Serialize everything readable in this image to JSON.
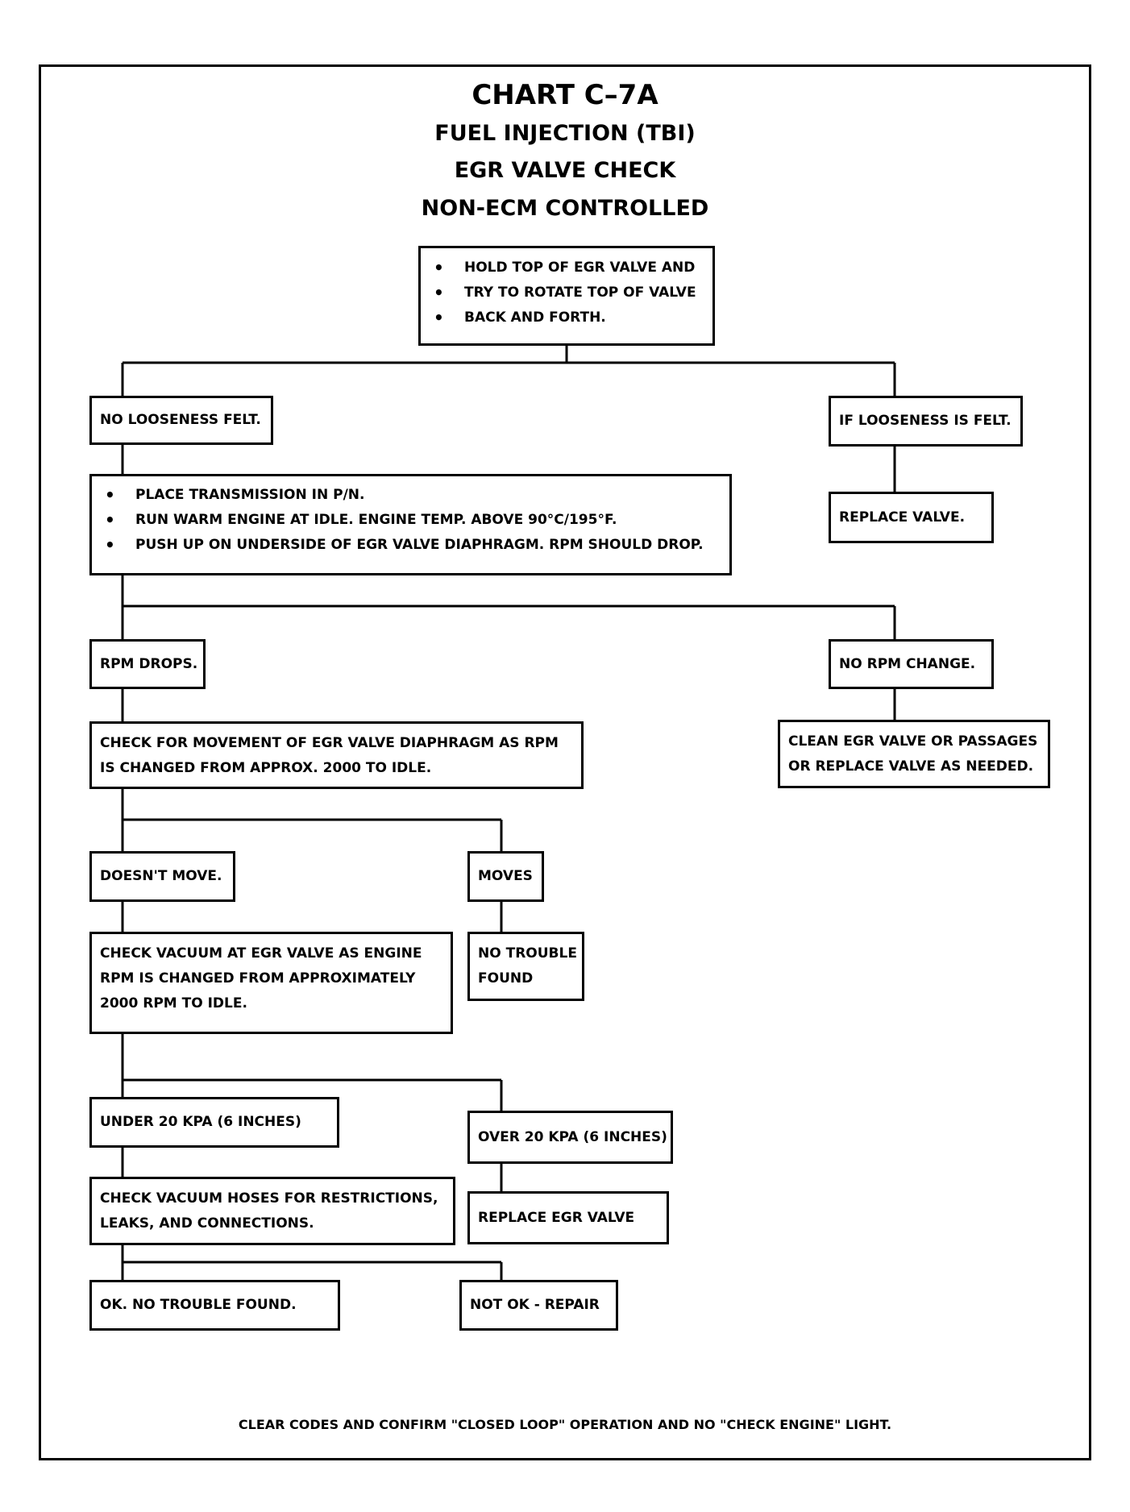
{
  "title": "CHART C–7A",
  "subtitle_1": "FUEL INJECTION (TBI)",
  "subtitle_2": "EGR VALVE CHECK",
  "subtitle_3": "NON-ECM CONTROLLED",
  "steps": {
    "hold_valve": [
      "HOLD TOP OF EGR VALVE AND",
      "TRY TO ROTATE TOP OF VALVE",
      "BACK AND FORTH."
    ],
    "no_looseness": "NO LOOSENESS FELT.",
    "looseness": "IF LOOSENESS IS FELT.",
    "replace_valve": "REPLACE VALVE.",
    "place_trans": [
      "PLACE TRANSMISSION IN P/N.",
      "RUN WARM ENGINE AT IDLE. ENGINE TEMP. ABOVE 90°C/195°F.",
      "PUSH UP ON UNDERSIDE OF EGR VALVE DIAPHRAGM.  RPM SHOULD DROP."
    ],
    "rpm_drops": "RPM DROPS.",
    "no_rpm_change": "NO RPM CHANGE.",
    "clean_egr": [
      "CLEAN EGR VALVE OR PASSAGES",
      "OR REPLACE VALVE AS NEEDED."
    ],
    "check_movement": [
      "CHECK FOR MOVEMENT OF EGR VALVE DIAPHRAGM AS RPM",
      "IS CHANGED FROM APPROX. 2000 TO IDLE."
    ],
    "doesnt_move": "DOESN'T MOVE.",
    "moves": "MOVES",
    "no_trouble_1": [
      "NO TROUBLE",
      "FOUND"
    ],
    "check_vacuum": [
      "CHECK VACUUM AT EGR VALVE AS ENGINE",
      "RPM IS CHANGED FROM APPROXIMATELY",
      "2000 RPM TO IDLE."
    ],
    "under_20": "UNDER 20 KPA (6 INCHES)",
    "over_20": "OVER 20 KPA (6 INCHES)",
    "check_hoses": [
      "CHECK VACUUM HOSES FOR RESTRICTIONS,",
      "LEAKS, AND CONNECTIONS."
    ],
    "replace_egr": "REPLACE EGR VALVE",
    "ok_no_trouble": "OK.  NO TROUBLE FOUND.",
    "not_ok": "NOT OK - REPAIR"
  },
  "footer": "CLEAR CODES AND CONFIRM \"CLOSED LOOP\" OPERATION AND NO \"CHECK ENGINE\" LIGHT."
}
